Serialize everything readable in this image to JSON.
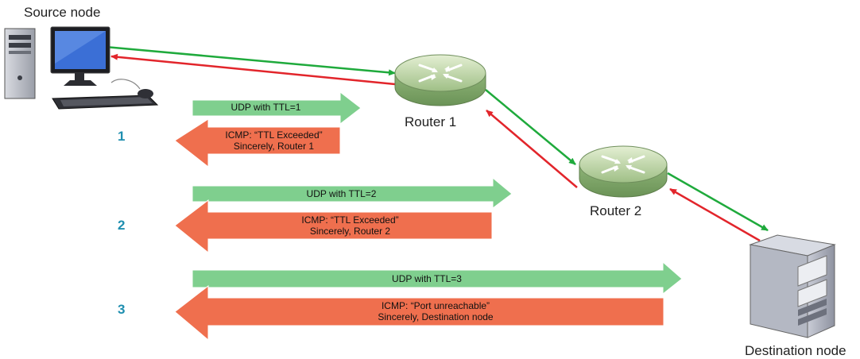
{
  "nodes": {
    "source_label": "Source node",
    "router1_label": "Router 1",
    "router2_label": "Router 2",
    "destination_label": "Destination node"
  },
  "steps": [
    {
      "number": "1",
      "udp_text": "UDP with TTL=1",
      "icmp_line1": "ICMP: “TTL Exceeded”",
      "icmp_line2": "Sincerely, Router 1"
    },
    {
      "number": "2",
      "udp_text": "UDP with TTL=2",
      "icmp_line1": "ICMP: “TTL Exceeded”",
      "icmp_line2": "Sincerely, Router 2"
    },
    {
      "number": "3",
      "udp_text": "UDP with TTL=3",
      "icmp_line1": "ICMP: “Port unreachable”",
      "icmp_line2": "Sincerely, Destination node"
    }
  ],
  "colors": {
    "udp_fill": "#7fcf8e",
    "icmp_fill": "#ef6f4e",
    "forward_line": "#1faa3c",
    "return_line": "#e2252b",
    "step_number": "#1f8fb0"
  }
}
